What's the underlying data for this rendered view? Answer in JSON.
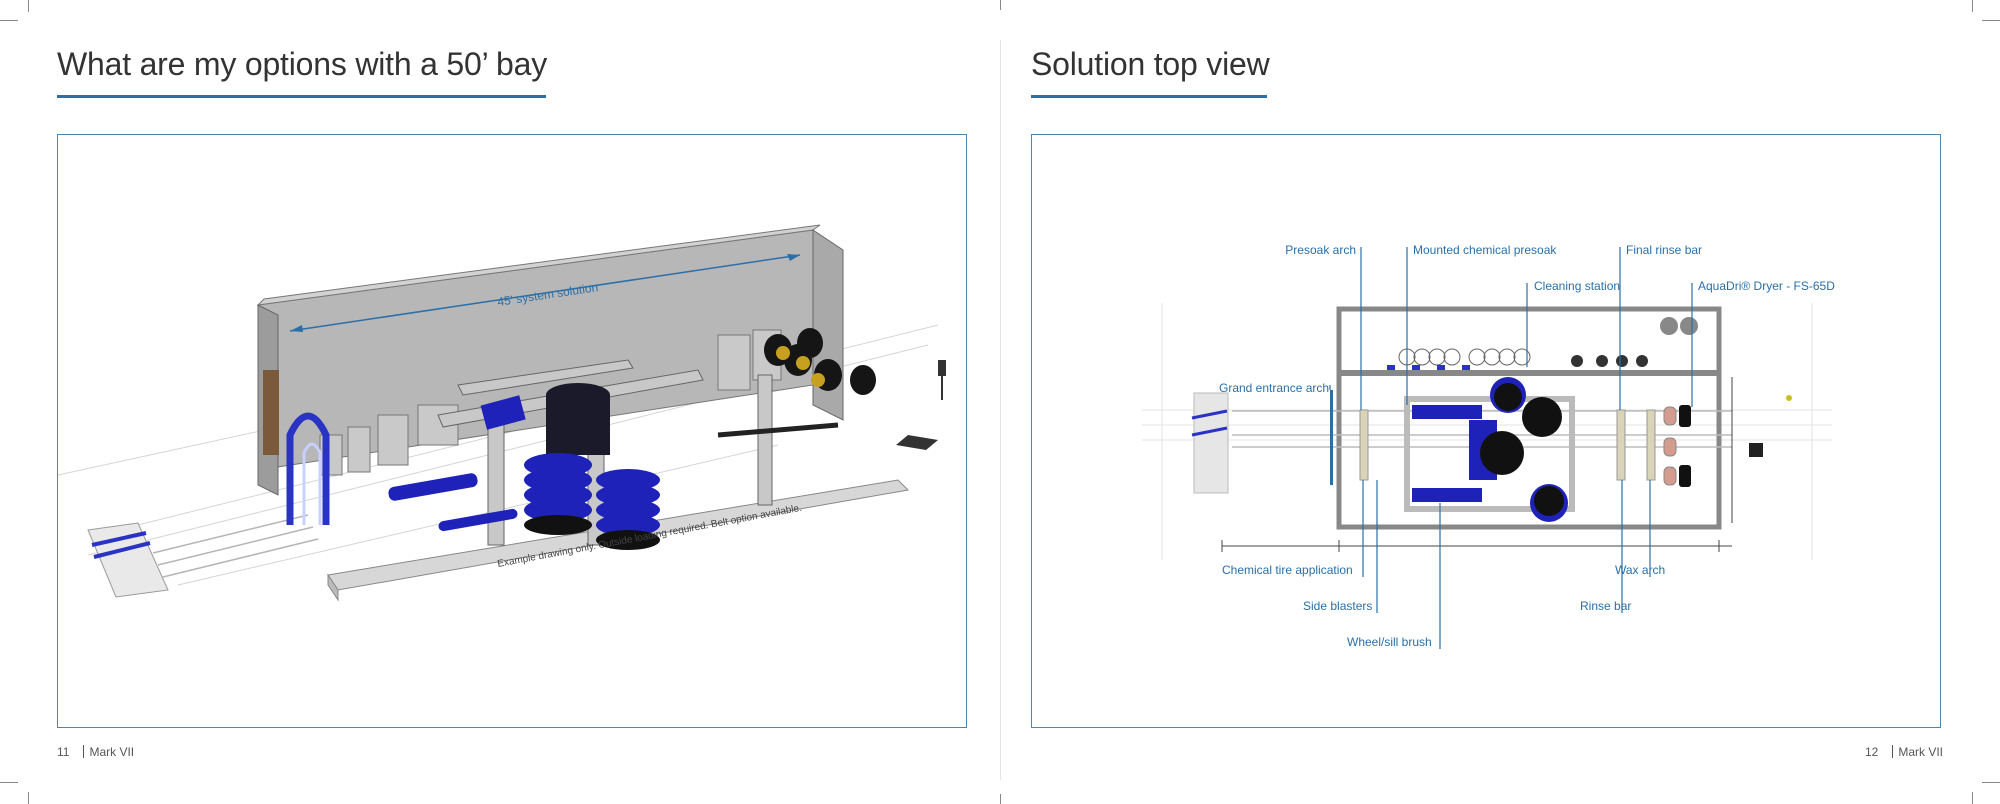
{
  "left_page": {
    "title": "What are my options with a 50’ bay",
    "page_number": "11",
    "footer_brand": "Mark VII",
    "dimension_label": "45' system solution",
    "note": "Example drawing only. Outside loading required. Belt option available."
  },
  "right_page": {
    "title": "Solution top view",
    "page_number": "12",
    "footer_brand": "Mark VII",
    "callouts": {
      "presoak_arch": "Presoak arch",
      "mounted_chemical_presoak": "Mounted chemical presoak",
      "final_rinse_bar": "Final rinse bar",
      "cleaning_station": "Cleaning station",
      "aquadri_dryer": "AquaDri® Dryer - FS-65D",
      "grand_entrance_arch": "Grand entrance arch",
      "chemical_tire_application": "Chemical tire application",
      "side_blasters": "Side blasters",
      "wheel_sill_brush": "Wheel/sill brush",
      "wax_arch": "Wax arch",
      "rinse_bar": "Rinse bar"
    }
  },
  "colors": {
    "accent": "#2a6fa8",
    "brush_blue": "#1f22b8",
    "frame": "#4a86ad"
  }
}
